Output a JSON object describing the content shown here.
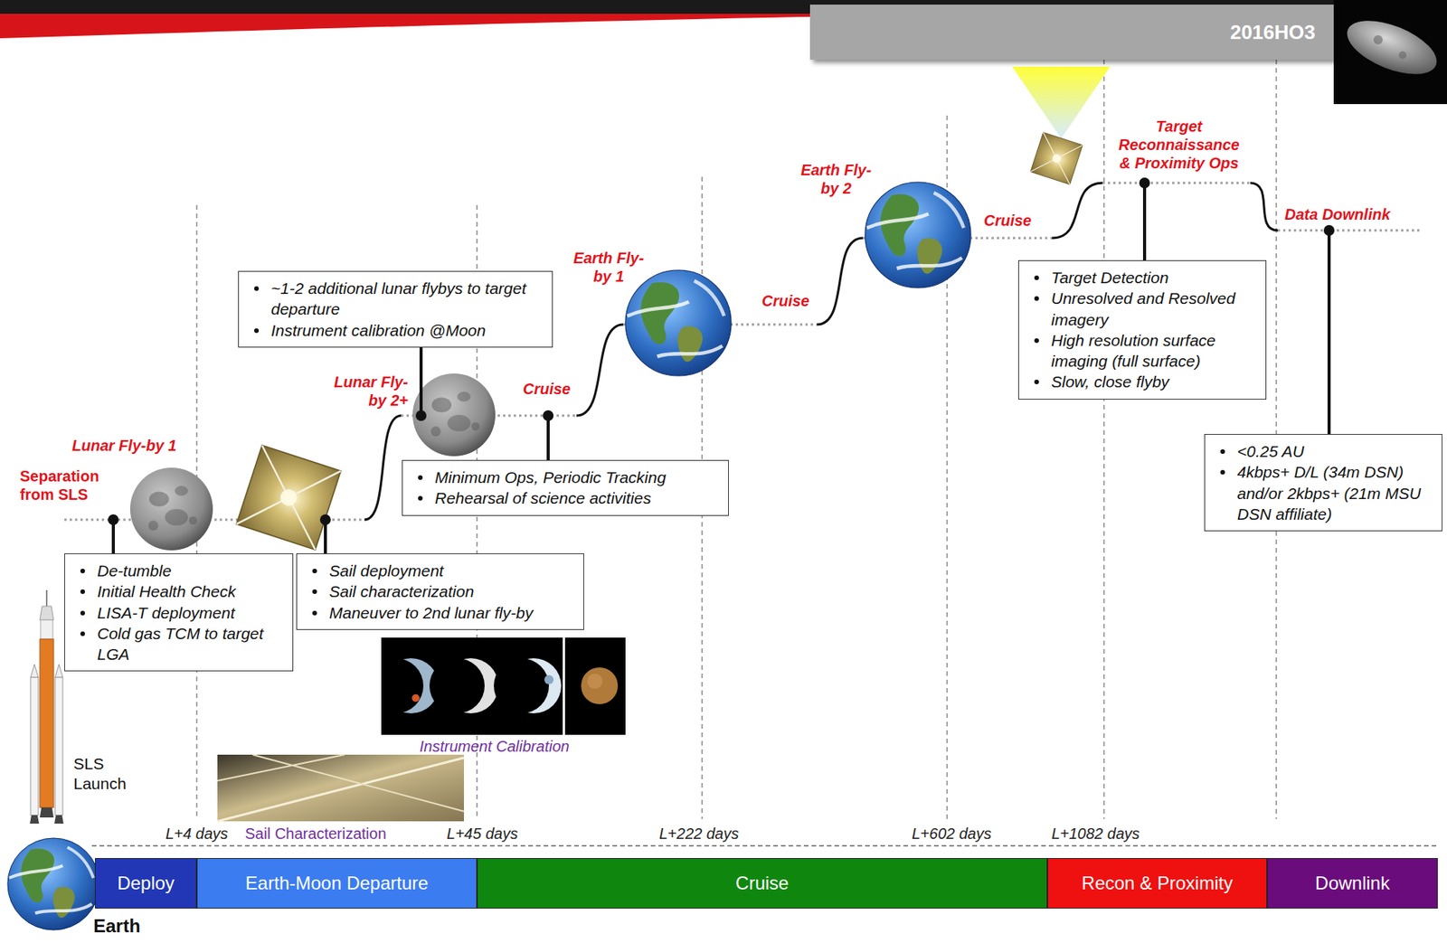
{
  "diagram": {
    "nodes": [
      {
        "text": [
          "2016HO3"
        ]
      },
      {
        "text": [
          "~1-2 additional lunar flybys to target departure",
          "Instrument calibration @Moon"
        ]
      },
      {
        "text": [
          "Target Detection",
          "Unresolved and Resolved imagery",
          "High resolution surface imaging (full surface)",
          "Slow, close flyby"
        ]
      },
      {
        "text": [
          "Minimum Ops, Periodic Tracking",
          "Rehearsal of science activities"
        ]
      },
      {
        "text": [
          "<0.25 AU",
          "4kbps+ D/L (34m DSN) and/or 2kbps+ (21m MSU DSN affiliate)"
        ]
      },
      {
        "text": [
          "De-tumble",
          "Initial Health Check",
          "LISA-T deployment",
          "Cold gas TCM to target LGA"
        ]
      },
      {
        "text": [
          "Sail deployment",
          "Sail characterization",
          "Maneuver to 2nd lunar fly-by"
        ]
      },
      {
        "text": [
          "Deploy"
        ]
      },
      {
        "text": [
          "Earth-Moon Departure"
        ]
      },
      {
        "text": [
          "Cruise"
        ]
      },
      {
        "text": [
          "Recon & Proximity"
        ]
      },
      {
        "text": [
          "Downlink"
        ]
      }
    ],
    "labels": [
      "Separation from SLS",
      "Lunar Fly-by 1",
      "Lunar Fly-by 2+",
      "Cruise",
      "Earth Fly-by 1",
      "Cruise",
      "Earth Fly-by 2",
      "Cruise",
      "Target Reconnaissance & Proximity Ops",
      "Data Downlink",
      "SLS Launch",
      "Earth",
      "Instrument Calibration",
      "Sail Characterization",
      "L+4 days",
      "L+45 days",
      "L+222 days",
      "L+602 days",
      "L+1082 days"
    ]
  }
}
